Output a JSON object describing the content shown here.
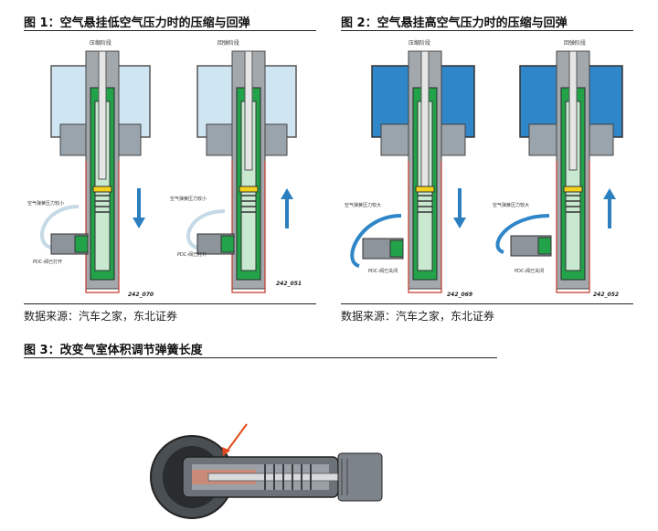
{
  "fig1": {
    "title": "图 1：空气悬挂低空气压力时的压缩与回弹",
    "stage_compress": "压缩阶段",
    "stage_rebound": "回弹阶段",
    "label_spring_left": "空气弹簧压力较小",
    "label_pdc_left": "PDC-阀已打开",
    "label_spring_right": "空气弹簧压力较小",
    "label_pdc_right": "PDC-阀已打开",
    "code_left": "242_070",
    "code_right": "242_051",
    "source": "数据来源：汽车之家，东北证券"
  },
  "fig2": {
    "title": "图 2：空气悬挂高空气压力时的压缩与回弹",
    "stage_compress": "压缩阶段",
    "stage_rebound": "回弹阶段",
    "label_spring_left": "空气弹簧压力较大",
    "label_pdc_left": "PDC-阀已关闭",
    "label_spring_right": "空气弹簧压力较大",
    "label_pdc_right": "PDC-阀已关闭",
    "code_left": "242_069",
    "code_right": "242_052",
    "source": "数据来源：汽车之家，东北证券"
  },
  "fig3": {
    "title": "图 3：改变气室体积调节弹簧长度"
  },
  "colors": {
    "light_air": "#cfe6f2",
    "high_air": "#2f86c8",
    "green": "#22a34a",
    "arrow": "#2c7fbf",
    "red_tip": "#e04a1c"
  }
}
